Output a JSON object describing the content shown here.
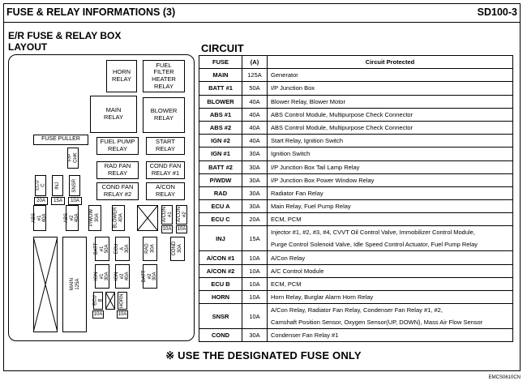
{
  "header": {
    "title": "FUSE & RELAY INFORMATIONS (3)",
    "page_code": "SD100-3"
  },
  "section": {
    "title": "E/R FUSE & RELAY BOX",
    "layout_label": "LAYOUT",
    "circuit_label": "CIRCUIT"
  },
  "layout": {
    "horn_relay": "HORN\nRELAY",
    "fuel_filter_heater_relay": "FUEL\nFILTER\nHEATER\nRELAY",
    "main_relay": "MAIN\nRELAY",
    "blower_relay": "BLOWER\nRELAY",
    "fuse_puller": "FUSE PULLER",
    "fuel_pump_relay": "FUEL PUMP\nRELAY",
    "start_relay": "START\nRELAY",
    "rad_fan_relay": "RAD FAN\nRELAY",
    "cond_fan_relay_1": "COND FAN\nRELAY #1",
    "cond_fan_relay_2": "COND FAN\nRELAY #2",
    "acon_relay": "A/CON\nRELAY",
    "fp_chk": "F/P CHK",
    "ecu_c": "ECU C",
    "inj": "INJ",
    "snsr": "SNSR",
    "amp_20a": "20A",
    "amp_15a": "15A",
    "amp_10a": "10A",
    "abs1": "ABS #1\n40A",
    "abs2": "ABS #2\n40A",
    "pwdw": "P/WDW\n30A",
    "blower": "BLOWER\n40A",
    "acon1": "A/CON\n#1",
    "acon2": "A/CON\n#2",
    "main": "MAIN\n125A",
    "batt1": "BATT #1\n50A",
    "ecu_a": "ECU A\n30A",
    "rad": "RAD\n30A",
    "cond": "COND\n30A",
    "ign1": "IGN #1\n30A",
    "ign2": "IGN #2\n40A",
    "batt2": "BATT #2\n30A",
    "ecu_b": "ECU B",
    "horn": "HORN"
  },
  "table": {
    "headers": [
      "FUSE",
      "(A)",
      "Circuit Protected"
    ],
    "rows": [
      {
        "fuse": "MAIN",
        "amp": "125A",
        "circuit": [
          "Generator"
        ]
      },
      {
        "fuse": "BATT #1",
        "amp": "50A",
        "circuit": [
          "I/P Junction Box"
        ]
      },
      {
        "fuse": "BLOWER",
        "amp": "40A",
        "circuit": [
          "Blower Relay, Blower Motor"
        ]
      },
      {
        "fuse": "ABS #1",
        "amp": "40A",
        "circuit": [
          "ABS Control Module, Multipurpose Check Connector"
        ]
      },
      {
        "fuse": "ABS #2",
        "amp": "40A",
        "circuit": [
          "ABS Control Module, Multipurpose Check Connector"
        ]
      },
      {
        "fuse": "IGN #2",
        "amp": "40A",
        "circuit": [
          "Start Relay, Ignition Switch"
        ]
      },
      {
        "fuse": "IGN #1",
        "amp": "30A",
        "circuit": [
          "Ignition Switch"
        ]
      },
      {
        "fuse": "BATT #2",
        "amp": "30A",
        "circuit": [
          "I/P Junction Box Tail Lamp Relay"
        ]
      },
      {
        "fuse": "P/WDW",
        "amp": "30A",
        "circuit": [
          "I/P Junction Box Power Window Relay"
        ]
      },
      {
        "fuse": "RAD",
        "amp": "30A",
        "circuit": [
          "Radiator Fan Relay"
        ]
      },
      {
        "fuse": "ECU A",
        "amp": "30A",
        "circuit": [
          "Main Relay, Fuel Pump Relay"
        ]
      },
      {
        "fuse": "ECU C",
        "amp": "20A",
        "circuit": [
          "ECM, PCM"
        ]
      },
      {
        "fuse": "INJ",
        "amp": "15A",
        "circuit": [
          "Injector #1, #2, #3, #4, CVVT Oil Control Valve, Immobilizer Control Module,",
          "Purge Control Solenoid Valve, Idle Speed Control Actuator, Fuel Pump Relay"
        ]
      },
      {
        "fuse": "A/CON #1",
        "amp": "10A",
        "circuit": [
          "A/Con Relay"
        ]
      },
      {
        "fuse": "A/CON #2",
        "amp": "10A",
        "circuit": [
          "A/C Control Module"
        ]
      },
      {
        "fuse": "ECU B",
        "amp": "10A",
        "circuit": [
          "ECM, PCM"
        ]
      },
      {
        "fuse": "HORN",
        "amp": "10A",
        "circuit": [
          "Horn Relay, Burglar Alarm Horn Relay"
        ]
      },
      {
        "fuse": "SNSR",
        "amp": "10A",
        "circuit": [
          "A/Con Relay, Radiator Fan Relay, Condenser Fan Relay #1, #2,",
          "Camshaft Position Sensor, Oxygen Sensor(UP, DOWN),  Mass Air Flow Sensor"
        ]
      },
      {
        "fuse": "COND",
        "amp": "30A",
        "circuit": [
          "Condenser Fan Relay #1"
        ]
      }
    ]
  },
  "footnote": "※ USE THE DESIGNATED FUSE ONLY",
  "doc_code": "EMCS0610CN"
}
